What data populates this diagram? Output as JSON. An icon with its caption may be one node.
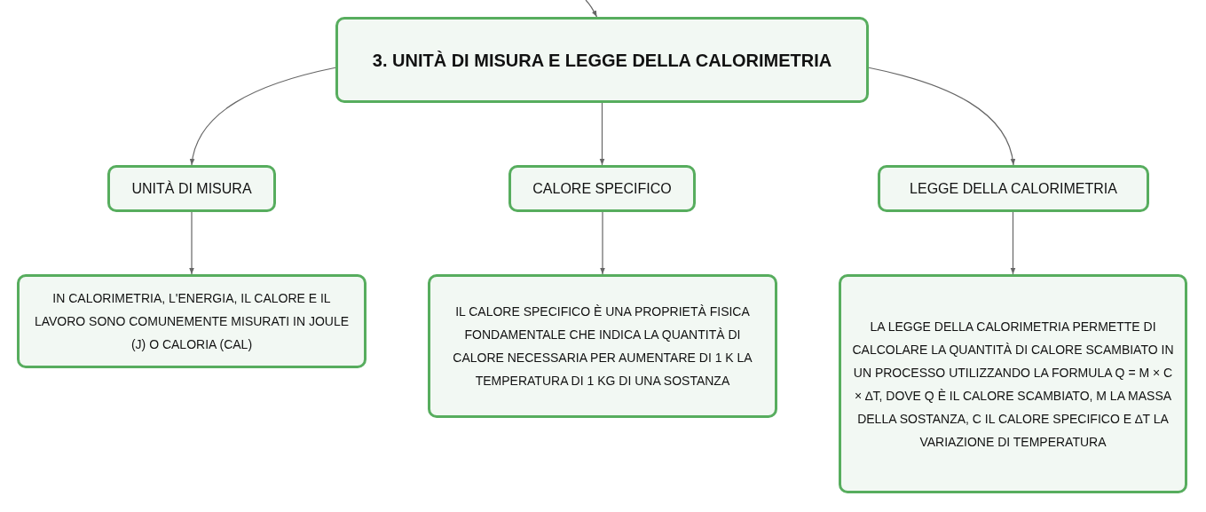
{
  "diagram": {
    "nodes": [
      {
        "text": [
          "3. UNITÀ DI MISURA E LEGGE DELLA CALORIMETRIA"
        ]
      },
      {
        "text": [
          "UNITÀ DI MISURA"
        ]
      },
      {
        "text": [
          "CALORE SPECIFICO"
        ]
      },
      {
        "text": [
          "LEGGE DELLA CALORIMETRIA"
        ]
      },
      {
        "text": [
          "IN CALORIMETRIA, L'ENERGIA, IL CALORE E IL LAVORO SONO COMUNEMENTE MISURATI IN JOULE (J) O CALORIA (CAL)"
        ]
      },
      {
        "text": [
          "IL CALORE SPECIFICO È UNA PROPRIETÀ FISICA FONDAMENTALE CHE INDICA LA QUANTITÀ DI CALORE NECESSARIA PER AUMENTARE DI 1 K LA TEMPERATURA DI 1 KG DI UNA SOSTANZA"
        ]
      },
      {
        "text": [
          "LA LEGGE DELLA CALORIMETRIA PERMETTE DI CALCOLARE LA QUANTITÀ DI CALORE SCAMBIATO IN UN PROCESSO UTILIZZANDO LA FORMULA Q = M × C × ∆T, DOVE Q È IL CALORE SCAMBIATO, M LA MASSA DELLA SOSTANZA, C IL CALORE SPECIFICO E ∆T LA VARIAZIONE DI TEMPERATURA"
        ]
      }
    ],
    "edges": [
      {
        "from": null,
        "to": 0,
        "arrow": "to"
      },
      {
        "from": 0,
        "to": 1,
        "arrow": "to"
      },
      {
        "from": 0,
        "to": 2,
        "arrow": "to"
      },
      {
        "from": 0,
        "to": 3,
        "arrow": "to"
      },
      {
        "from": 1,
        "to": 4,
        "arrow": "to"
      },
      {
        "from": 2,
        "to": 5,
        "arrow": "to"
      },
      {
        "from": 3,
        "to": 6,
        "arrow": "to"
      }
    ]
  }
}
